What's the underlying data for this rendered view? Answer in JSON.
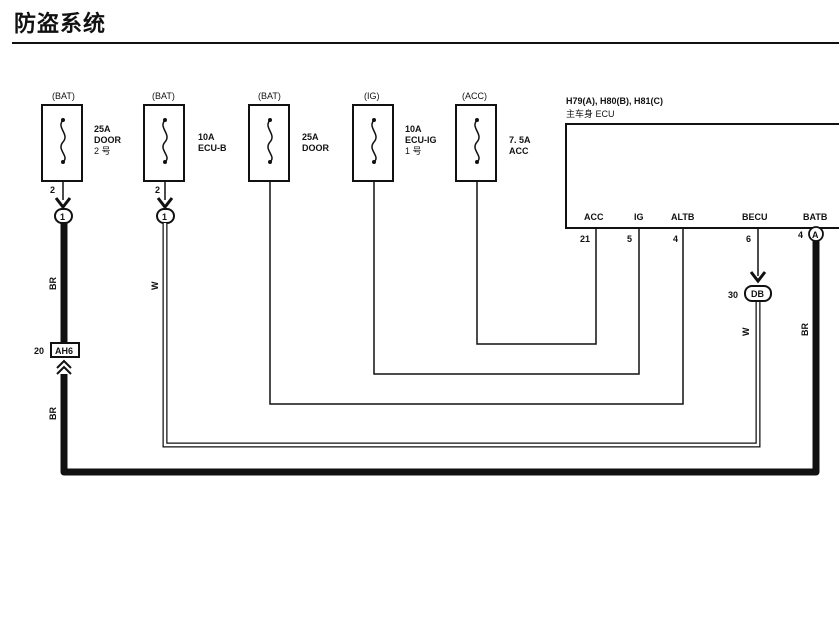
{
  "title": "防盗系统",
  "fuses": [
    {
      "id": "fuse-1",
      "source": "(BAT)",
      "rating": "25A",
      "line1": "DOOR",
      "line2": "2 号"
    },
    {
      "id": "fuse-2",
      "source": "(BAT)",
      "rating": "10A",
      "line1": "ECU-B",
      "line2": ""
    },
    {
      "id": "fuse-3",
      "source": "(BAT)",
      "rating": "25A",
      "line1": "DOOR",
      "line2": ""
    },
    {
      "id": "fuse-4",
      "source": "(IG)",
      "rating": "10A",
      "line1": "ECU-IG",
      "line2": "1 号"
    },
    {
      "id": "fuse-5",
      "source": "(ACC)",
      "rating": "7. 5A",
      "line1": "ACC",
      "line2": ""
    }
  ],
  "fuse_pins": {
    "fuse1": "2",
    "fuse2": "2"
  },
  "connector_1a": "1",
  "connector_1b": "1",
  "ecu": {
    "connectors": "H79(A), H80(B), H81(C)",
    "name": "主车身 ECU",
    "terminals": [
      {
        "name": "ACC",
        "pin": "21"
      },
      {
        "name": "IG",
        "pin": "5"
      },
      {
        "name": "ALTB",
        "pin": "4"
      },
      {
        "name": "BECU",
        "pin": "6"
      },
      {
        "name": "BATB",
        "pin": "4"
      }
    ],
    "batb_conn": "A"
  },
  "db_conn": {
    "pin": "30",
    "label": "DB"
  },
  "ah6_conn": {
    "pin": "20",
    "label": "AH6"
  },
  "wire_labels": {
    "br1": "BR",
    "w1": "W",
    "br2": "BR",
    "w2": "W",
    "br3": "BR"
  },
  "colors": {
    "ink": "#111111",
    "wire_w": "#ffffff"
  }
}
